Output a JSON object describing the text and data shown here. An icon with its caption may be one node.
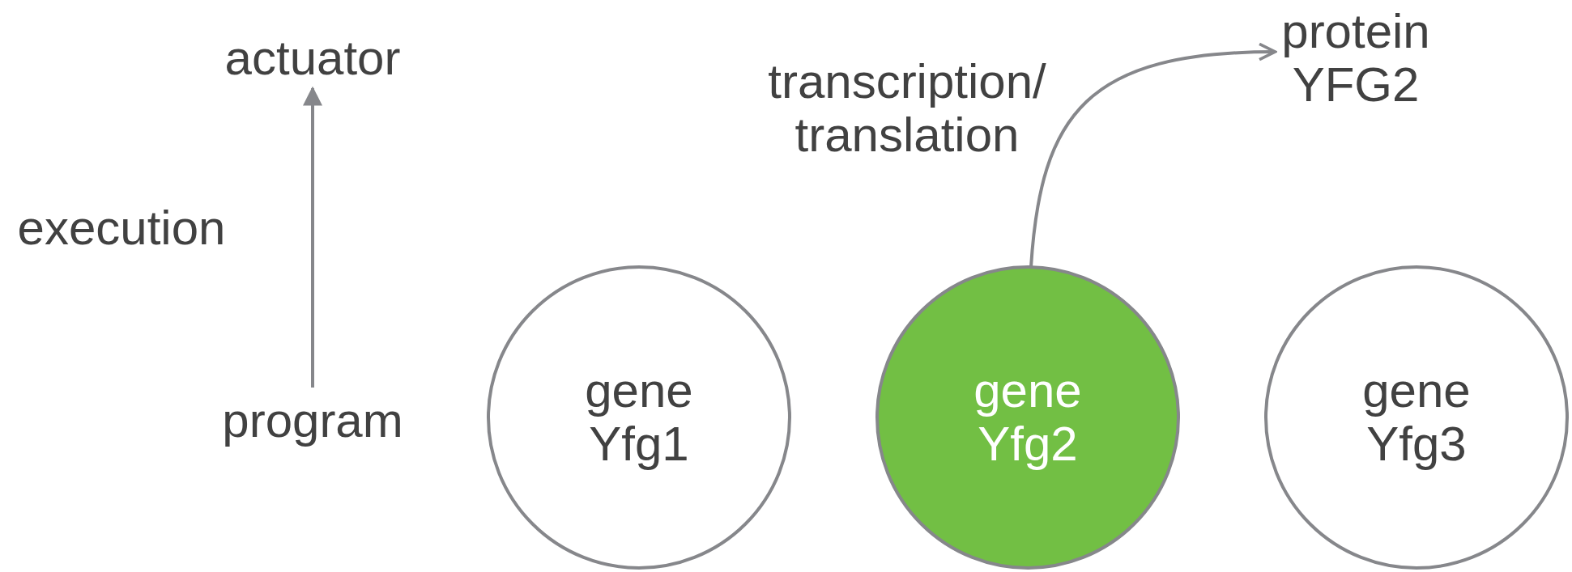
{
  "diagram": {
    "nodes": [
      {
        "text": [
          "actuator"
        ]
      },
      {
        "text": [
          "program"
        ]
      },
      {
        "text": [
          "gene Yfg1"
        ]
      },
      {
        "text": [
          "gene Yfg2"
        ]
      },
      {
        "text": [
          "gene Yfg3"
        ]
      },
      {
        "text": [
          "protein YFG2"
        ]
      }
    ],
    "edges": [
      {
        "from": 1,
        "to": 0,
        "arrow": "to",
        "label": "execution"
      },
      {
        "from": 3,
        "to": 5,
        "arrow": "to",
        "label": "transcription/ translation"
      }
    ]
  }
}
